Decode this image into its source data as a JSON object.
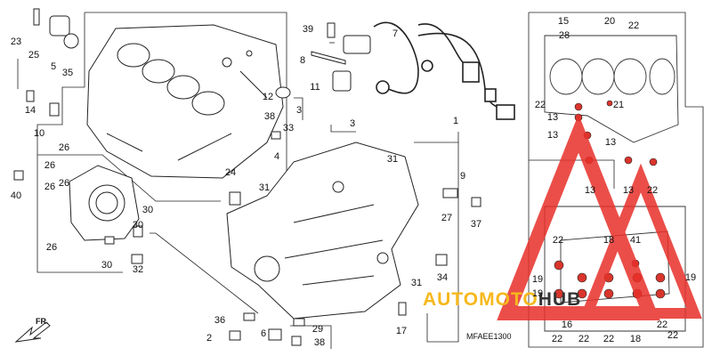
{
  "diagram": {
    "code": "MFAEE1300",
    "front_label": "FR.",
    "accent_color": "#e8302a",
    "watermark_red": "#e8302a",
    "watermark_yellow": "#f6b81c",
    "watermark_dark": "#333333",
    "watermark_left": "AUTOMOTO",
    "watermark_right": "HUB",
    "callouts": {
      "c23": "23",
      "c25": "25",
      "c5": "5",
      "c35": "35",
      "c14": "14",
      "c10": "10",
      "c26a": "26",
      "c26b": "26",
      "c26c": "26",
      "c26d": "26",
      "c40": "40",
      "c30a": "30",
      "c30b": "30",
      "c30c": "30",
      "c32": "32",
      "c39": "39",
      "c8": "8",
      "c11": "11",
      "c7": "7",
      "c12": "12",
      "c3a": "3",
      "c3b": "3",
      "c38a": "38",
      "c33": "33",
      "c4": "4",
      "c24": "24",
      "c31a": "31",
      "c31b": "31",
      "c31c": "31",
      "c1": "1",
      "c9": "9",
      "c27": "27",
      "c37": "37",
      "c34": "34",
      "c17": "17",
      "c36": "36",
      "c2": "2",
      "c6": "6",
      "c29": "29",
      "c38b": "38",
      "c15": "15",
      "c20": "20",
      "c22a": "22",
      "c28": "28",
      "c21": "21",
      "c22b": "22",
      "c13a": "13",
      "c13b": "13",
      "c13c": "13",
      "c13d": "13",
      "c13e": "13",
      "c22c": "22",
      "c22d": "22",
      "c18a": "18",
      "c41": "41",
      "c19a": "19",
      "c19b": "19",
      "c19c": "19",
      "c16": "16",
      "c22e": "22",
      "c22f": "22",
      "c22g": "22",
      "c22h": "22",
      "c22i": "22",
      "c18b": "18"
    }
  }
}
